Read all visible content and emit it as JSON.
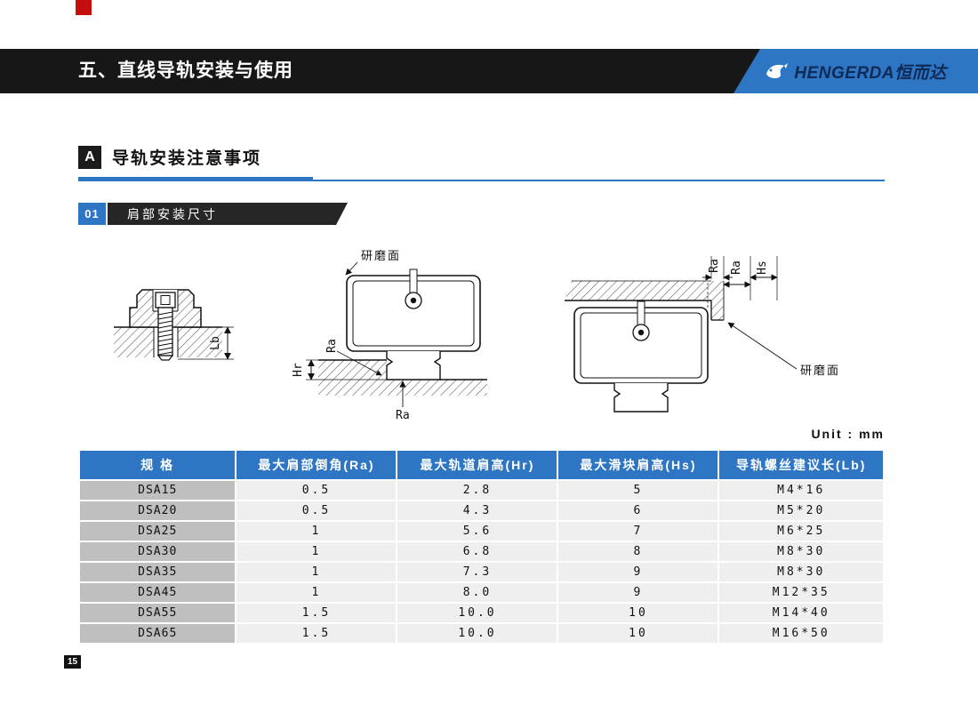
{
  "page": {
    "chapter_title": "五、直线导轨安装与使用",
    "page_number": "15"
  },
  "brand": {
    "logo_text": "HENGERDA恒而达"
  },
  "section_a": {
    "marker": "A",
    "title": "导轨安装注意事项"
  },
  "section_01": {
    "marker": "01",
    "title": "肩部安装尺寸"
  },
  "diagrams": {
    "unit_label": "Unit : mm",
    "left": {
      "lb": "Lb"
    },
    "middle": {
      "ground_surface": "研磨面",
      "hr": "Hr",
      "ra_corner": "Ra",
      "ra_bottom": "Ra"
    },
    "right": {
      "ra1": "Ra",
      "ra2": "Ra",
      "hs": "Hs",
      "ground_surface": "研磨面"
    }
  },
  "table": {
    "headers": [
      "规  格",
      "最大肩部倒角(Ra)",
      "最大轨道肩高(Hr)",
      "最大滑块肩高(Hs)",
      "导轨螺丝建议长(Lb)"
    ],
    "rows": [
      [
        "DSA15",
        "0.5",
        "2.8",
        "5",
        "M4*16"
      ],
      [
        "DSA20",
        "0.5",
        "4.3",
        "6",
        "M5*20"
      ],
      [
        "DSA25",
        "1",
        "5.6",
        "7",
        "M6*25"
      ],
      [
        "DSA30",
        "1",
        "6.8",
        "8",
        "M8*30"
      ],
      [
        "DSA35",
        "1",
        "7.3",
        "9",
        "M8*30"
      ],
      [
        "DSA45",
        "1",
        "8.0",
        "9",
        "M12*35"
      ],
      [
        "DSA55",
        "1.5",
        "10.0",
        "10",
        "M14*40"
      ],
      [
        "DSA65",
        "1.5",
        "10.0",
        "10",
        "M16*50"
      ]
    ]
  }
}
